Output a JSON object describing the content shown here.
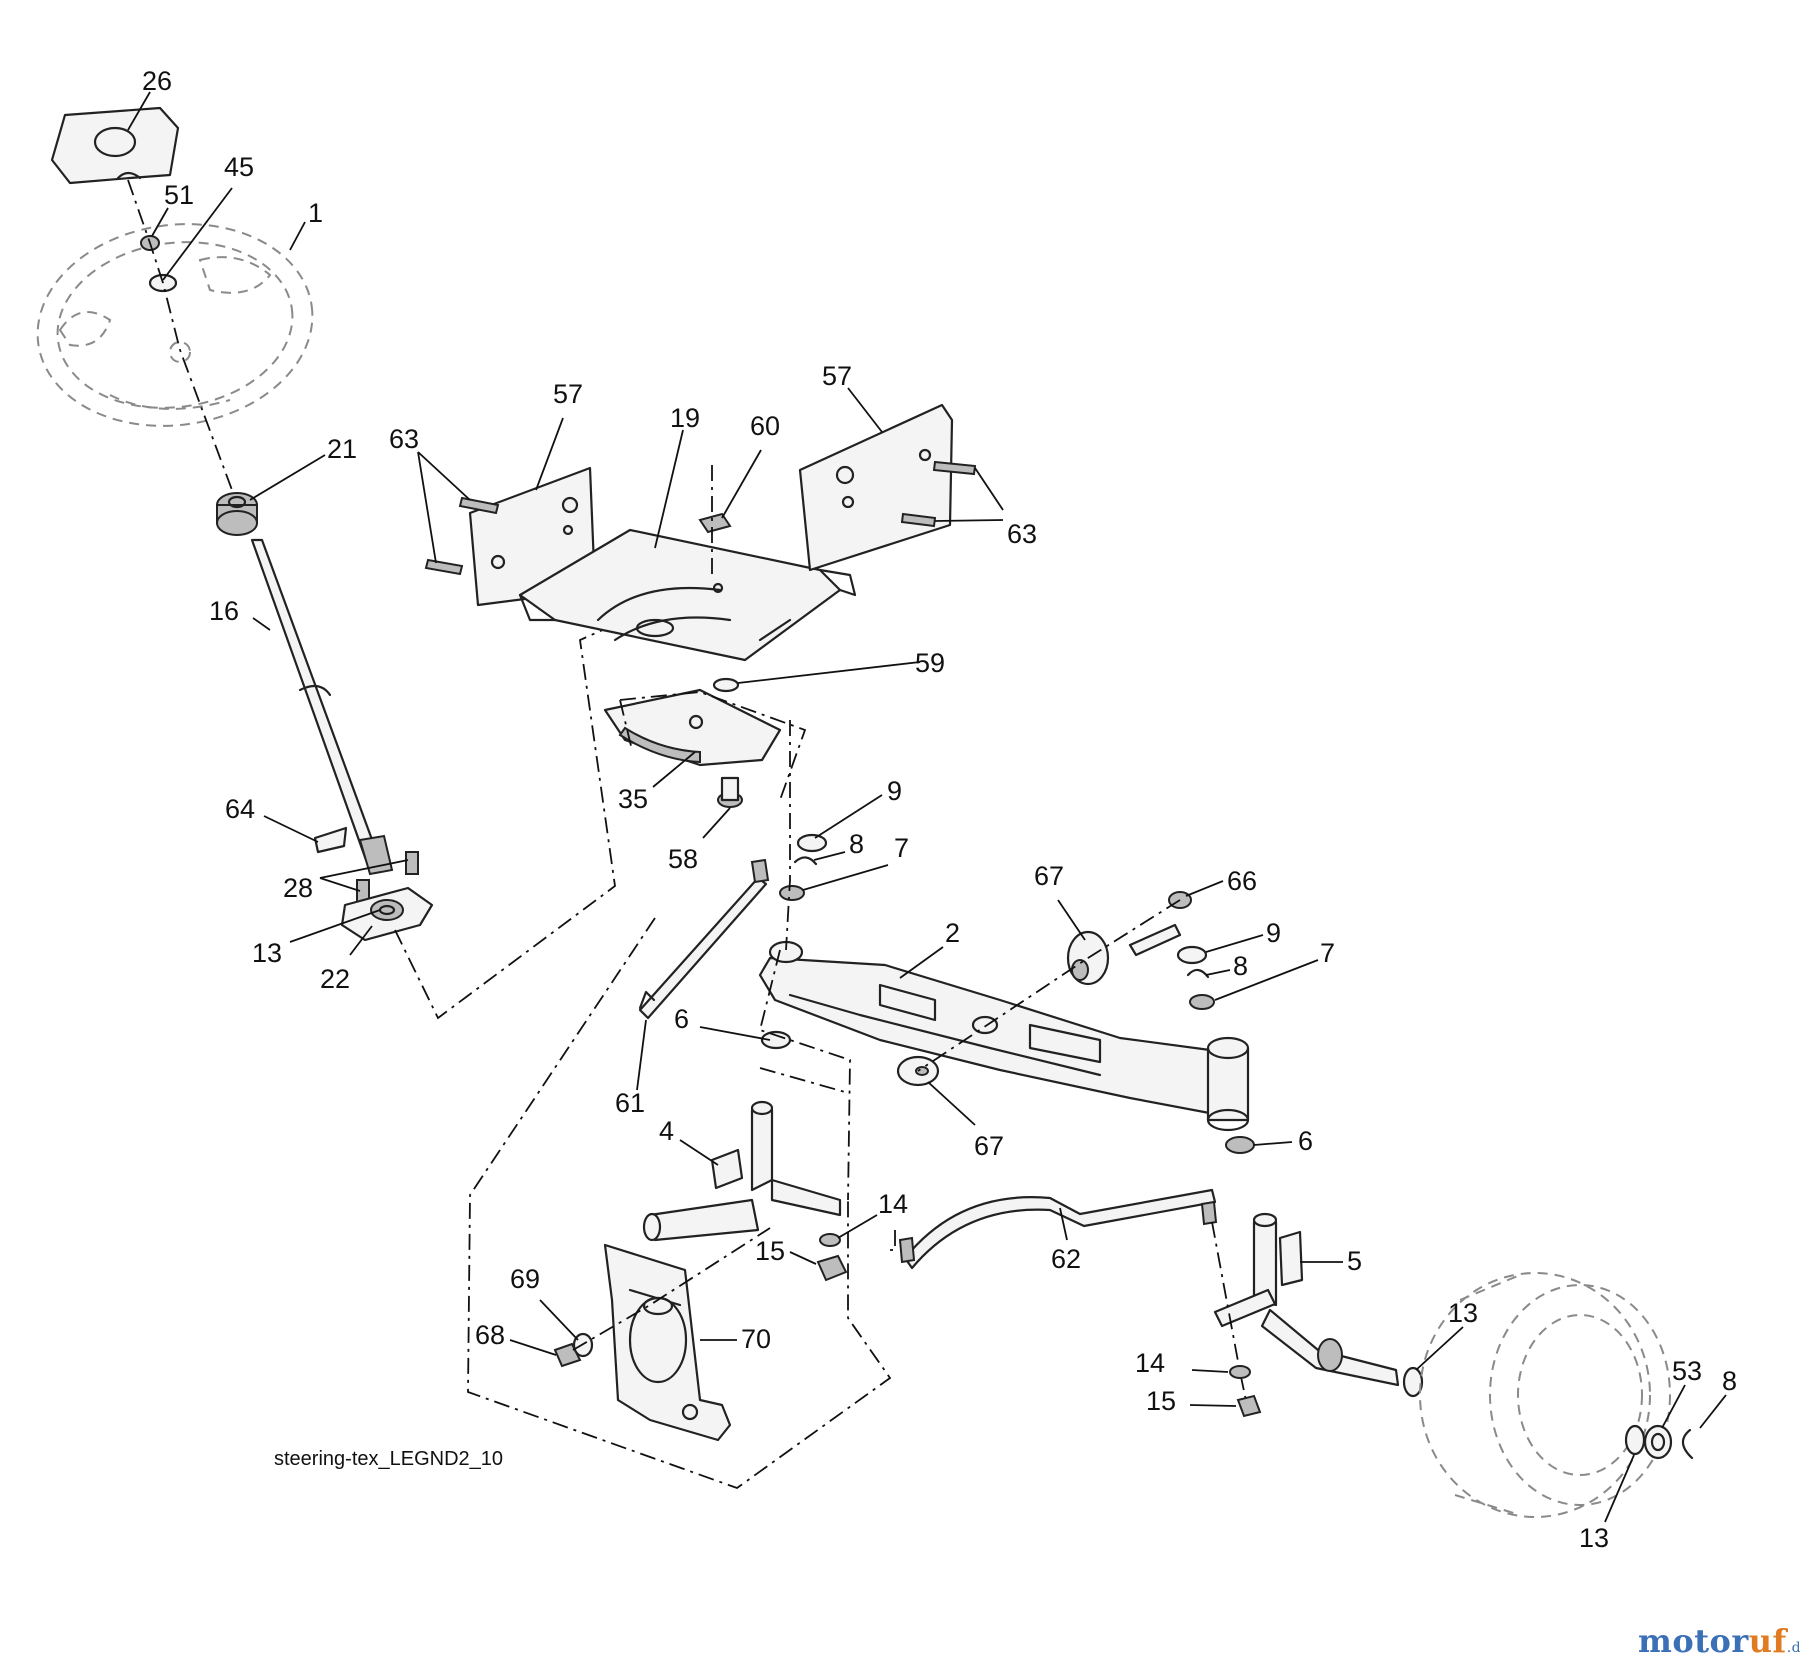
{
  "figure": {
    "note": "steering-tex_LEGND2_10",
    "watermark": {
      "part1": "motor",
      "part2": "uf",
      "suffix": ".de"
    },
    "callouts": [
      {
        "id": "c26",
        "text": "26"
      },
      {
        "id": "c45",
        "text": "45"
      },
      {
        "id": "c51",
        "text": "51"
      },
      {
        "id": "c1",
        "text": "1"
      },
      {
        "id": "c21",
        "text": "21"
      },
      {
        "id": "c16",
        "text": "16"
      },
      {
        "id": "c64",
        "text": "64"
      },
      {
        "id": "c28",
        "text": "28"
      },
      {
        "id": "c13a",
        "text": "13"
      },
      {
        "id": "c22",
        "text": "22"
      },
      {
        "id": "c63a",
        "text": "63"
      },
      {
        "id": "c57a",
        "text": "57"
      },
      {
        "id": "c19",
        "text": "19"
      },
      {
        "id": "c60",
        "text": "60"
      },
      {
        "id": "c57b",
        "text": "57"
      },
      {
        "id": "c63b",
        "text": "63"
      },
      {
        "id": "c59",
        "text": "59"
      },
      {
        "id": "c35",
        "text": "35"
      },
      {
        "id": "c58",
        "text": "58"
      },
      {
        "id": "c9a",
        "text": "9"
      },
      {
        "id": "c8a",
        "text": "8"
      },
      {
        "id": "c7a",
        "text": "7"
      },
      {
        "id": "c67a",
        "text": "67"
      },
      {
        "id": "c66",
        "text": "66"
      },
      {
        "id": "c2",
        "text": "2"
      },
      {
        "id": "c9b",
        "text": "9"
      },
      {
        "id": "c8b",
        "text": "8"
      },
      {
        "id": "c7b",
        "text": "7"
      },
      {
        "id": "c6a",
        "text": "6"
      },
      {
        "id": "c61",
        "text": "61"
      },
      {
        "id": "c67b",
        "text": "67"
      },
      {
        "id": "c6b",
        "text": "6"
      },
      {
        "id": "c4",
        "text": "4"
      },
      {
        "id": "c14a",
        "text": "14"
      },
      {
        "id": "c15a",
        "text": "15"
      },
      {
        "id": "c62",
        "text": "62"
      },
      {
        "id": "c5",
        "text": "5"
      },
      {
        "id": "c69",
        "text": "69"
      },
      {
        "id": "c68",
        "text": "68"
      },
      {
        "id": "c70",
        "text": "70"
      },
      {
        "id": "c13b",
        "text": "13"
      },
      {
        "id": "c14b",
        "text": "14"
      },
      {
        "id": "c15b",
        "text": "15"
      },
      {
        "id": "c53",
        "text": "53"
      },
      {
        "id": "c8c",
        "text": "8"
      },
      {
        "id": "c13c",
        "text": "13"
      }
    ]
  }
}
